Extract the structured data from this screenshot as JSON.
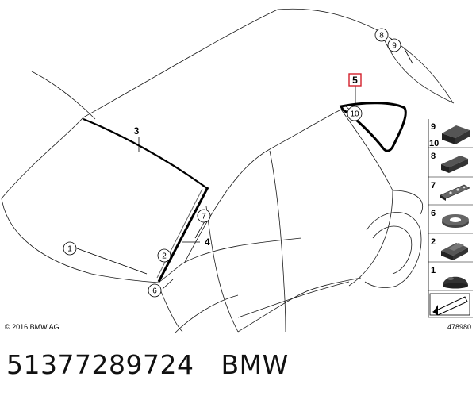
{
  "copyright": "© 2016 BMW AG",
  "diagram_number": "478980",
  "part_number": "51377289724",
  "brand": "BMW",
  "callouts": {
    "c1": "1",
    "c2": "2",
    "c6": "6",
    "c7": "7",
    "c8": "8",
    "c9": "9",
    "c10": "10",
    "l3": "3",
    "l4": "4",
    "l5": "5"
  },
  "legend": {
    "i9": "9",
    "i10": "10",
    "i8": "8",
    "i7": "7",
    "i6": "6",
    "i2": "2",
    "i1": "1"
  },
  "colors": {
    "highlight": "#d21f2b"
  }
}
